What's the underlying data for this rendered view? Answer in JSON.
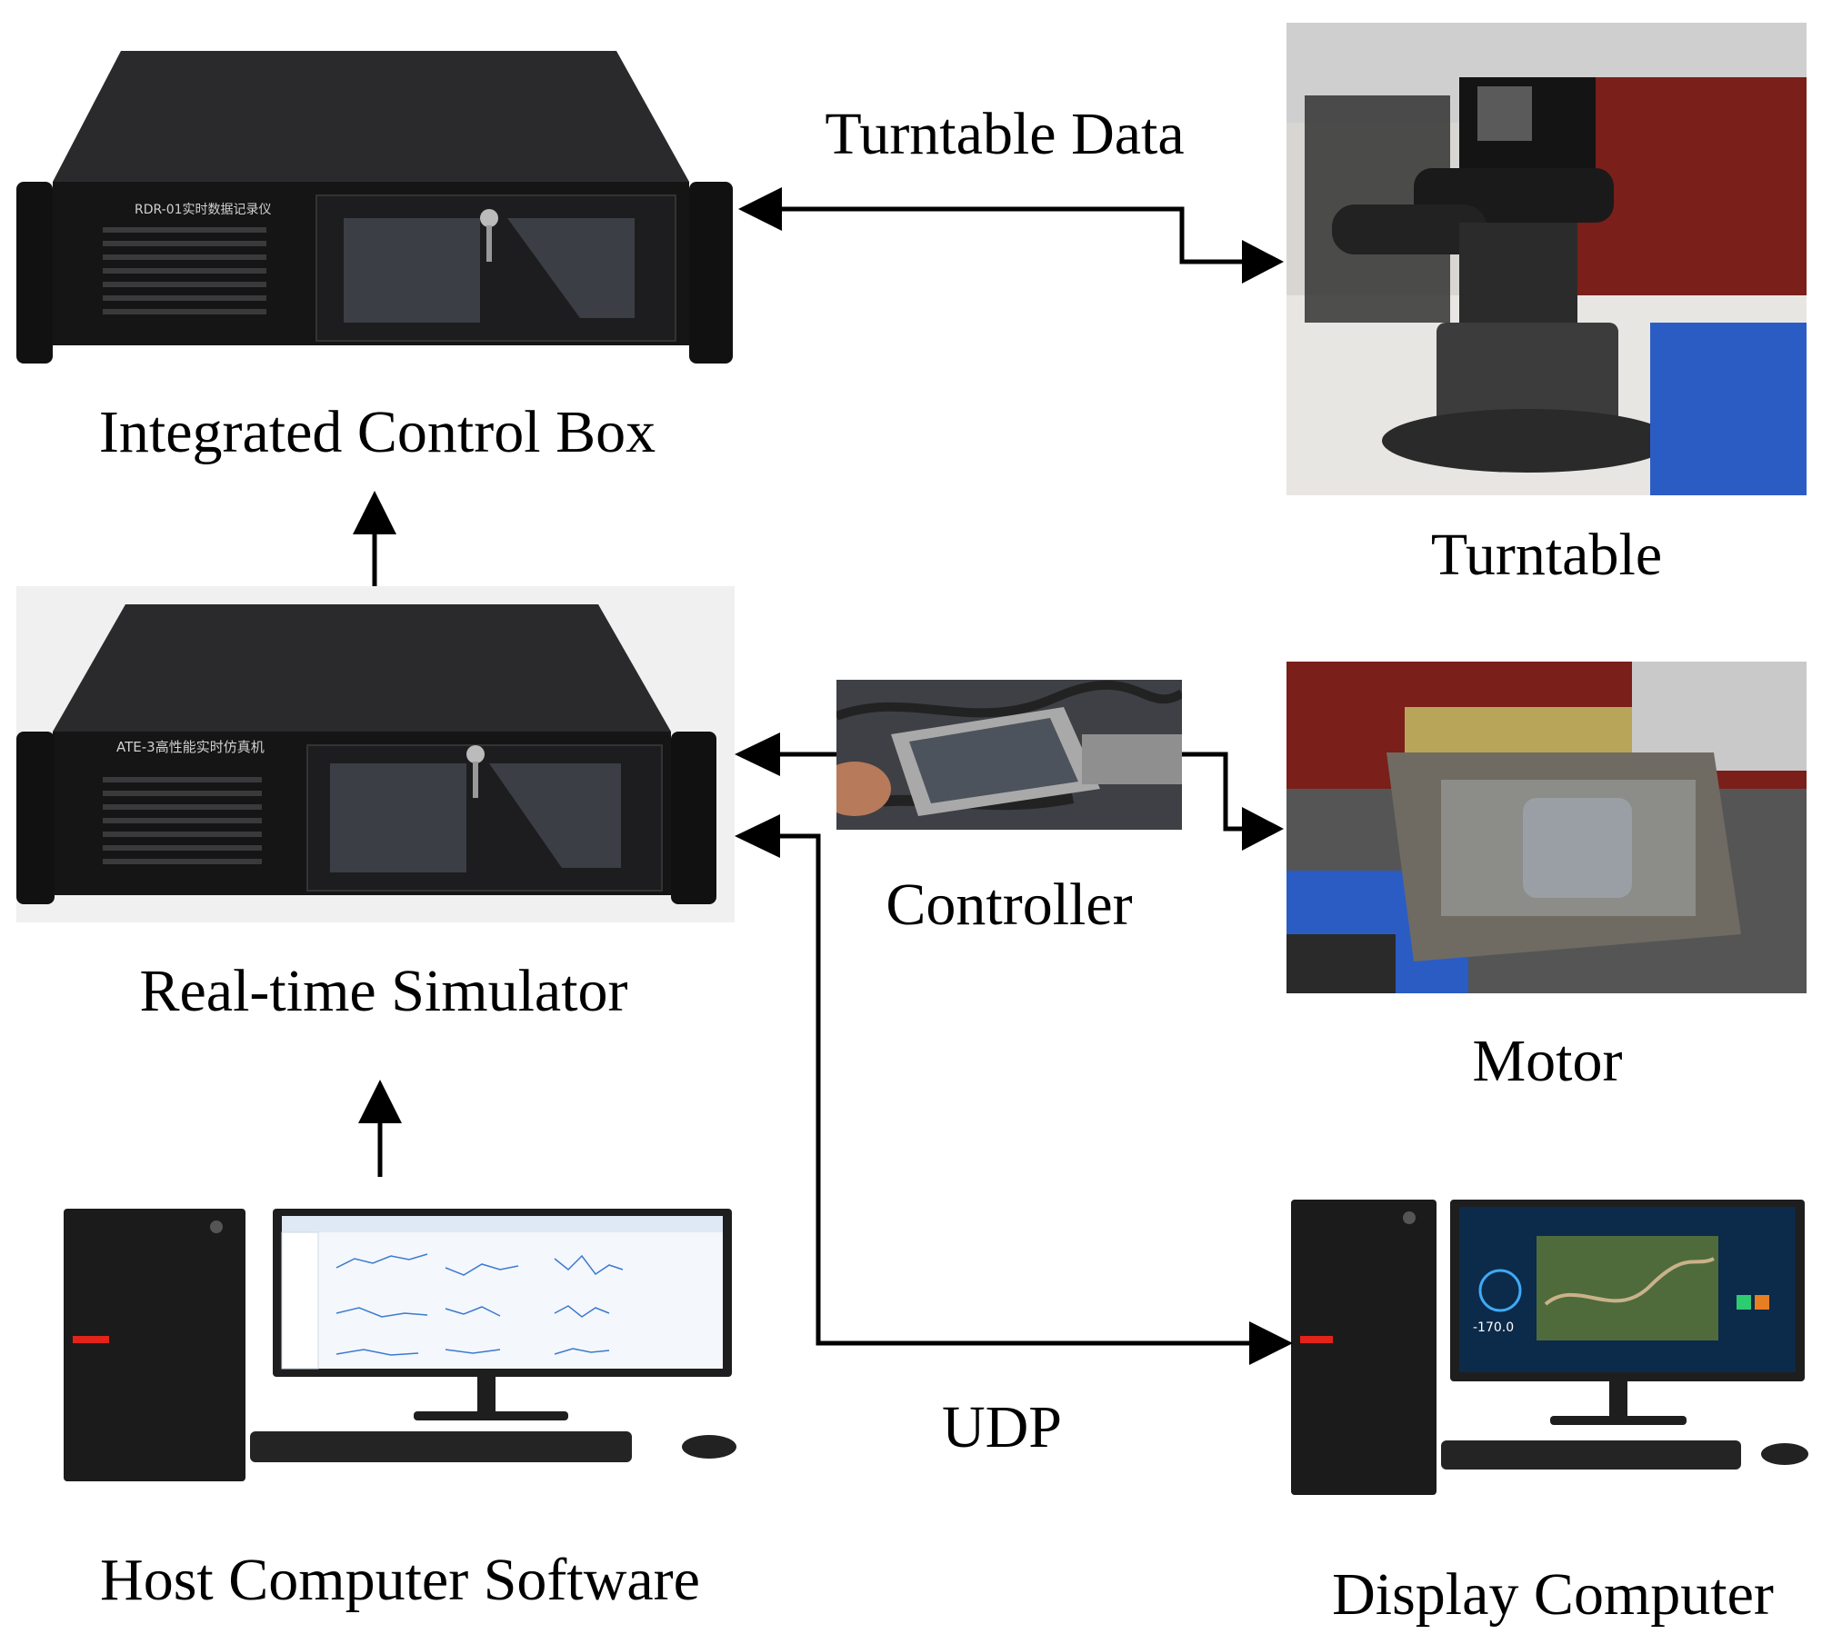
{
  "labels": {
    "integrated_control_box": "Integrated Control Box",
    "turntable": "Turntable",
    "real_time_simulator": "Real-time Simulator",
    "controller": "Controller",
    "motor": "Motor",
    "host_computer_software": "Host Computer Software",
    "display_computer": "Display Computer"
  },
  "edges": {
    "turntable_data": "Turntable Data",
    "udp": "UDP"
  },
  "device_text": {
    "control_box_plate": "RDR-01实时数据记录仪",
    "simulator_plate": "ATE-3高性能实时仿真机",
    "display_readout": "-170.0"
  },
  "colors": {
    "line": "#000000",
    "device_black": "#1c1c1e",
    "lenovo_red": "#e2231a",
    "display_screen": "#0c2a4a"
  }
}
